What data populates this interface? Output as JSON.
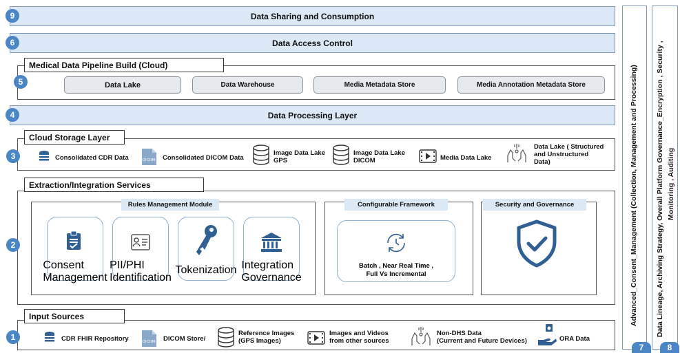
{
  "layers": {
    "sharing": {
      "num": "9",
      "label": "Data Sharing and Consumption"
    },
    "access": {
      "num": "6",
      "label": "Data Access Control"
    },
    "pipeline": {
      "num": "5",
      "title": "Medical Data Pipeline Build (Cloud)",
      "items": [
        "Data Lake",
        "Data Warehouse",
        "Media Metadata Store",
        "Media Annotation Metadata Store"
      ]
    },
    "processing": {
      "num": "4",
      "label": "Data Processing Layer"
    },
    "storage": {
      "num": "3",
      "title": "Cloud Storage Layer",
      "items": [
        "Consolidated CDR Data",
        "Consolidated DICOM Data",
        "Image Data Lake\nGPS",
        "Image Data Lake\nDICOM",
        "Media Data Lake",
        "Data Lake ( Structured\nand Unstructured\nData)"
      ]
    },
    "extraction": {
      "num": "2",
      "title": "Extraction/Integration Services",
      "rules": {
        "header": "Rules Management Module",
        "tiles": [
          "Consent\nManagement",
          "PII/PHI\nIdentification",
          "Tokenization",
          "Integration\nGovernance"
        ]
      },
      "framework": {
        "header": "Configurable Framework",
        "text": "Batch , Near Real Time ,\nFull Vs Incremental"
      },
      "security": {
        "header": "Security and Governance"
      }
    },
    "input": {
      "num": "1",
      "title": "Input Sources",
      "items": [
        "CDR FHIR Repository",
        "DICOM Store/",
        "Reference Images\n(GPS Images)",
        "Images and Videos\nfrom other sources",
        "Non-DHS Data\n(Current and Future Devices)",
        "ORA Data"
      ]
    }
  },
  "side": {
    "consent": {
      "num": "7",
      "label": "Advanced_Consent_Management (Collection, Management and Processing)"
    },
    "governance": {
      "num": "8",
      "line1": "Data Lineage, Archiving Strategy, Overall Platform Governance_Encryption , Security ,",
      "line2": "Monitoring , Auditing"
    }
  },
  "icon_text": {
    "dicom": "DICOM"
  },
  "colors": {
    "accent": "#4a86c5",
    "bar_fill": "#dbe8f5",
    "icon_blue": "#2f5f93"
  }
}
